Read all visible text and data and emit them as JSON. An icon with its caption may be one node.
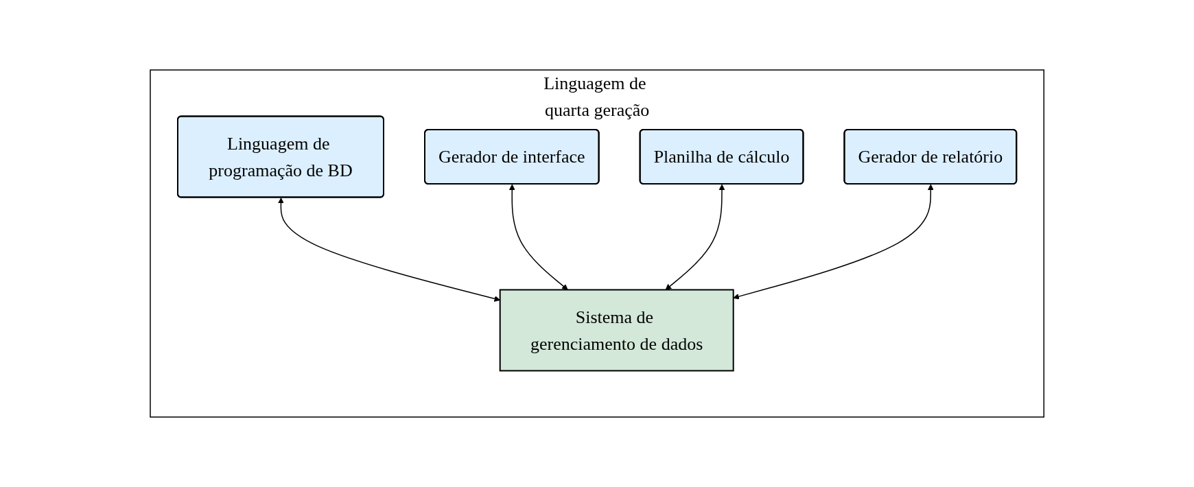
{
  "diagram": {
    "nodes": [
      {
        "text": [
          "Linguagem de quarta geração"
        ]
      },
      {
        "text": [
          "Linguagem de programação de BD"
        ],
        "in": 0
      },
      {
        "text": [
          "Gerador de interface"
        ],
        "in": 0
      },
      {
        "text": [
          "Planilha de cálculo"
        ],
        "in": 0
      },
      {
        "text": [
          "Gerador de relatório"
        ],
        "in": 0
      },
      {
        "text": [
          "Sistema de gerenciamento de dados"
        ],
        "in": 0
      }
    ],
    "edges": [
      {
        "from": 1,
        "to": 5,
        "arrow": "both"
      },
      {
        "from": 2,
        "to": 5,
        "arrow": "both"
      },
      {
        "from": 3,
        "to": 5,
        "arrow": "both"
      },
      {
        "from": 4,
        "to": 5,
        "arrow": "both"
      }
    ]
  }
}
